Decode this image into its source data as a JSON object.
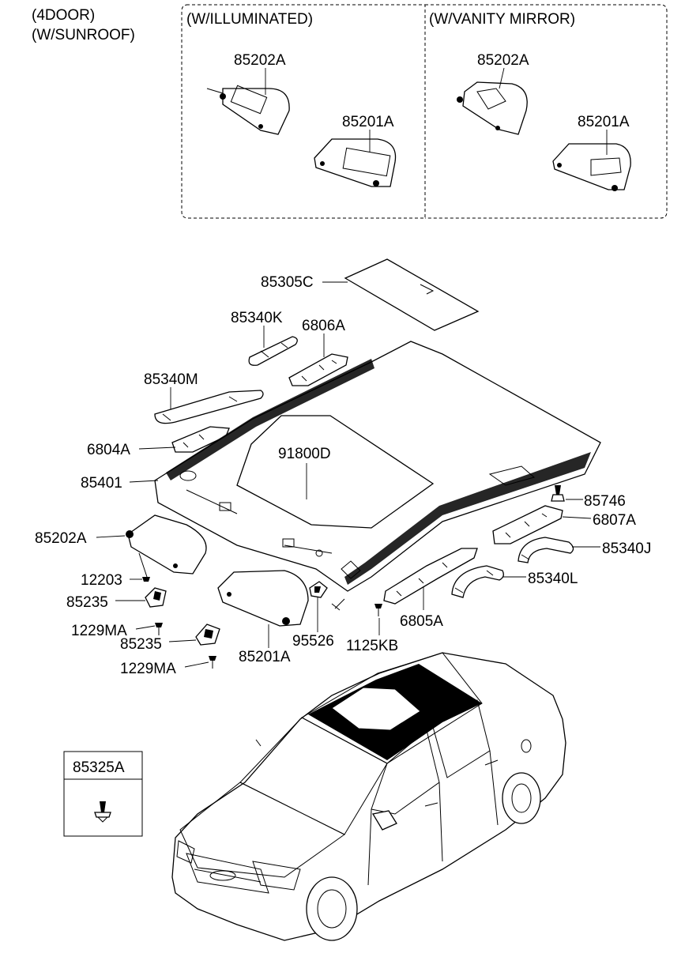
{
  "header": {
    "line1": "(4DOOR)",
    "line2": "(W/SUNROOF)"
  },
  "boxes": {
    "illuminated": {
      "title": "(W/ILLUMINATED)",
      "upper_part": "85202A",
      "lower_part": "85201A"
    },
    "vanity": {
      "title": "(W/VANITY MIRROR)",
      "upper_part": "85202A",
      "lower_part": "85201A"
    }
  },
  "callouts": {
    "sunroof_panel": "85305C",
    "grip_handle_front": "85340K",
    "bracket_top": "6806A",
    "grip_handle_left": "85340M",
    "bracket_left": "6804A",
    "sunroof_frame": "91800D",
    "headlining": "85401",
    "clip_right": "85746",
    "bracket_right": "6807A",
    "grip_handle_right": "85340J",
    "grip_handle_rear": "85340L",
    "sunvisor_lh": "85202A",
    "screw_12203": "12203",
    "retainer_1": "85235",
    "screw_1": "1229MA",
    "retainer_2": "85235",
    "screw_2": "1229MA",
    "sunvisor_rh": "85201A",
    "room_lamp": "95526",
    "screw_1125KB": "1125KB",
    "bracket_rear": "6805A"
  },
  "inset": {
    "title": "85325A",
    "icon": "clip-icon"
  }
}
